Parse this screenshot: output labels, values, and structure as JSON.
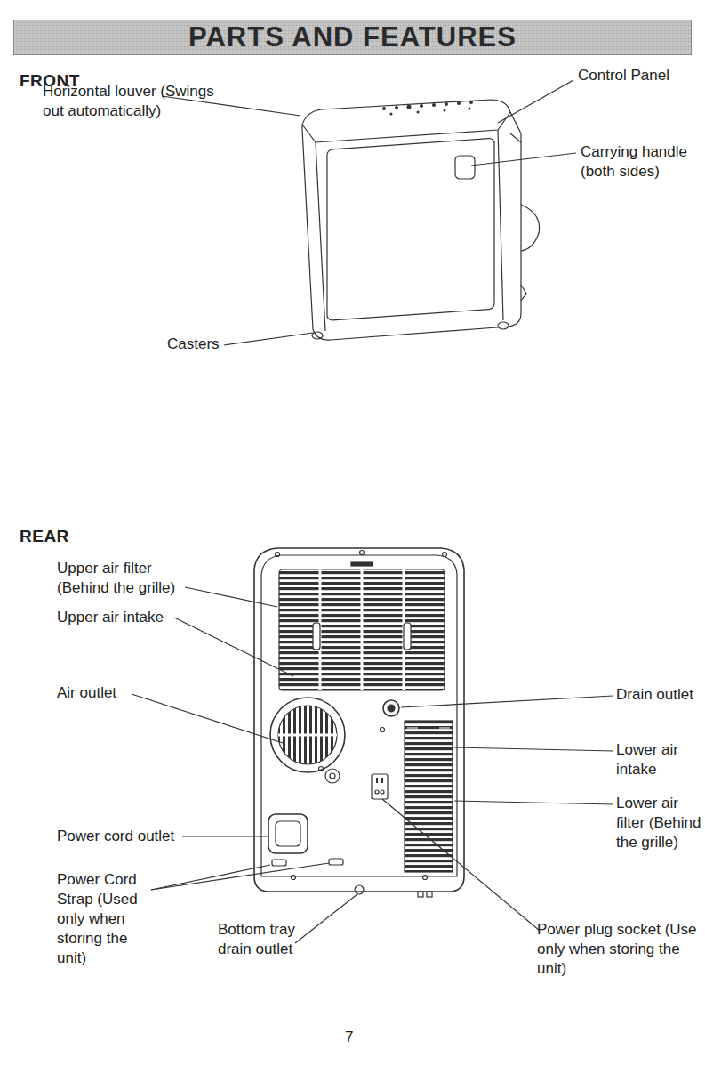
{
  "diagram": {
    "title": "PARTS AND FEATURES",
    "labels": [
      "FRONT",
      "Horizontal louver (Swings out automatically)",
      "Control Panel",
      "Carrying handle (both sides)",
      "Casters",
      "REAR",
      "Upper air filter (Behind the grille)",
      "Upper air intake",
      "Air outlet",
      "Drain outlet",
      "Lower air intake",
      "Power cord outlet",
      "Lower air filter (Behind the grille)",
      "Power Cord Strap (Used only when storing the unit)",
      "Bottom tray drain outlet",
      "Power plug socket (Use only when storing the unit)",
      "7"
    ]
  }
}
